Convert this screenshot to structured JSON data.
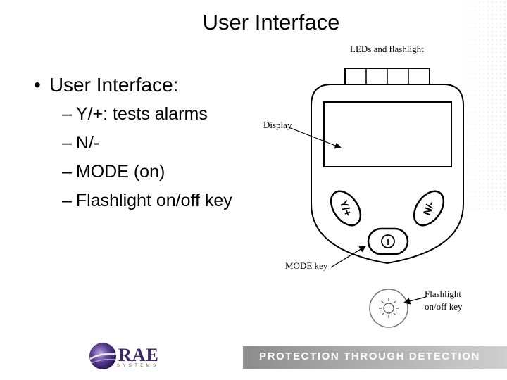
{
  "slide": {
    "title": "User Interface",
    "bullet": "User Interface:",
    "sub_bullets": [
      "Y/+: tests alarms",
      "N/-",
      "MODE (on)",
      "Flashlight on/off key"
    ]
  },
  "device": {
    "key_yes": "Y/+",
    "key_no": "N/-",
    "key_mode_symbol": "I"
  },
  "annotations": {
    "leds": "LEDs and flashlight",
    "display": "Display",
    "mode_key": "MODE key",
    "flashlight_line1": "Flashlight",
    "flashlight_line2": "on/off key"
  },
  "footer": {
    "tagline": "PROTECTION THROUGH DETECTION",
    "logo": "RAE",
    "logo_sub": "SYSTEMS"
  }
}
